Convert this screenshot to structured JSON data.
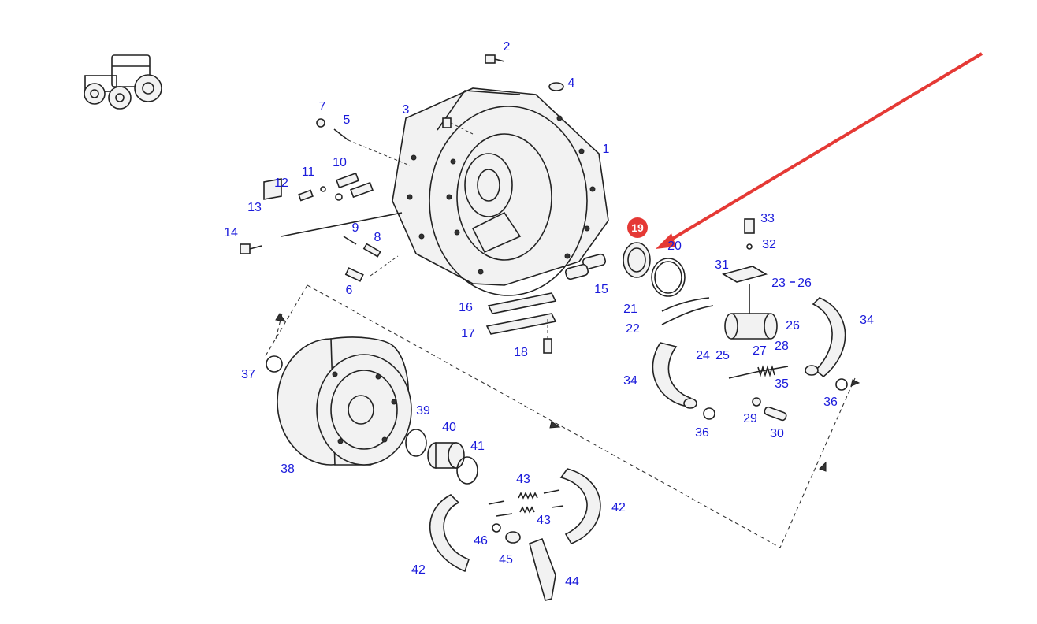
{
  "labels": [
    "2",
    "4",
    "3",
    "7",
    "5",
    "1",
    "11",
    "10",
    "12",
    "13",
    "14",
    "9",
    "8",
    "6",
    "33",
    "32",
    "20",
    "31",
    "23",
    "26",
    "15",
    "16",
    "21",
    "22",
    "26",
    "34",
    "17",
    "18",
    "24",
    "25",
    "27",
    "28",
    "34",
    "35",
    "37",
    "39",
    "36",
    "29",
    "30",
    "36",
    "40",
    "41",
    "38",
    "43",
    "42",
    "43",
    "46",
    "45",
    "42",
    "44"
  ],
  "highlight": {
    "badge_text": "19",
    "badge_color": "#e53935",
    "arrow_color": "#e53935"
  },
  "colors": {
    "label": "#1a1adb",
    "line": "#222222"
  }
}
